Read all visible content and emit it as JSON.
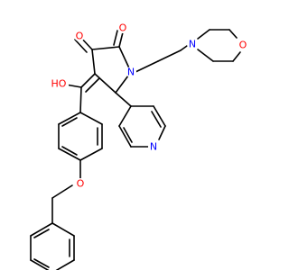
{
  "colors": {
    "bond": "#000000",
    "oxygen": "#ff0000",
    "nitrogen": "#0000ff",
    "background": "#ffffff"
  },
  "labels": {
    "o_ketone": "O",
    "o_lactam": "O",
    "hydroxyl": "HO",
    "n_lactam": "N",
    "n_morpholine": "N",
    "o_morpholine": "O",
    "n_pyridine": "N",
    "o_ether": "O"
  }
}
